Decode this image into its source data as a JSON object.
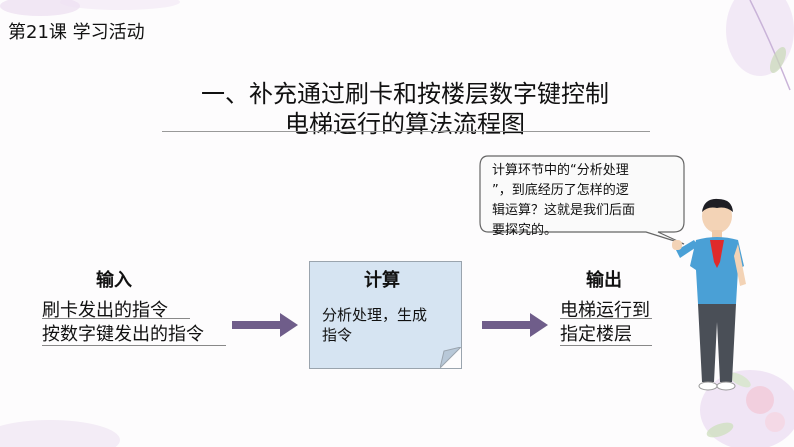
{
  "lesson_label": "第21课  学习活动",
  "title": {
    "line1": "一、补充通过刷卡和按楼层数字键控制",
    "line2": "电梯运行的算法流程图"
  },
  "input": {
    "heading": "输入",
    "line1": "刷卡发出的指令",
    "line2": "按数字键发出的指令"
  },
  "process": {
    "heading": "计算",
    "line1": "分析处理，生成",
    "line2": "指令"
  },
  "output": {
    "heading": "输出",
    "line1": "电梯运行到",
    "line2": "指定楼层"
  },
  "bubble": {
    "line1": "计算环节中的“分析处理",
    "line2": "”，到底经历了怎样的逻",
    "line3": "辑运算？这就是我们后面",
    "line4": "要探究的。"
  },
  "colors": {
    "arrow": "#6f5d8a",
    "box_fill": "#d6e4f2",
    "shirt": "#4aa0d6",
    "pants": "#4a4f57",
    "scarf": "#e02a2a",
    "floral": "#c8a8d8"
  }
}
